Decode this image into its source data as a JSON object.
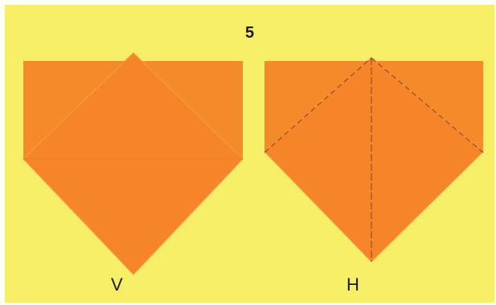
{
  "step": {
    "number": "5"
  },
  "figures": [
    {
      "id": "left",
      "label": "V"
    },
    {
      "id": "right",
      "label": "H"
    }
  ],
  "colors": {
    "background": "#f6ee66",
    "paper": "#f58a2a",
    "paper_dark": "#ef7c21",
    "paper_edge": "#f39a45",
    "fold_line": "#9b4b22"
  }
}
